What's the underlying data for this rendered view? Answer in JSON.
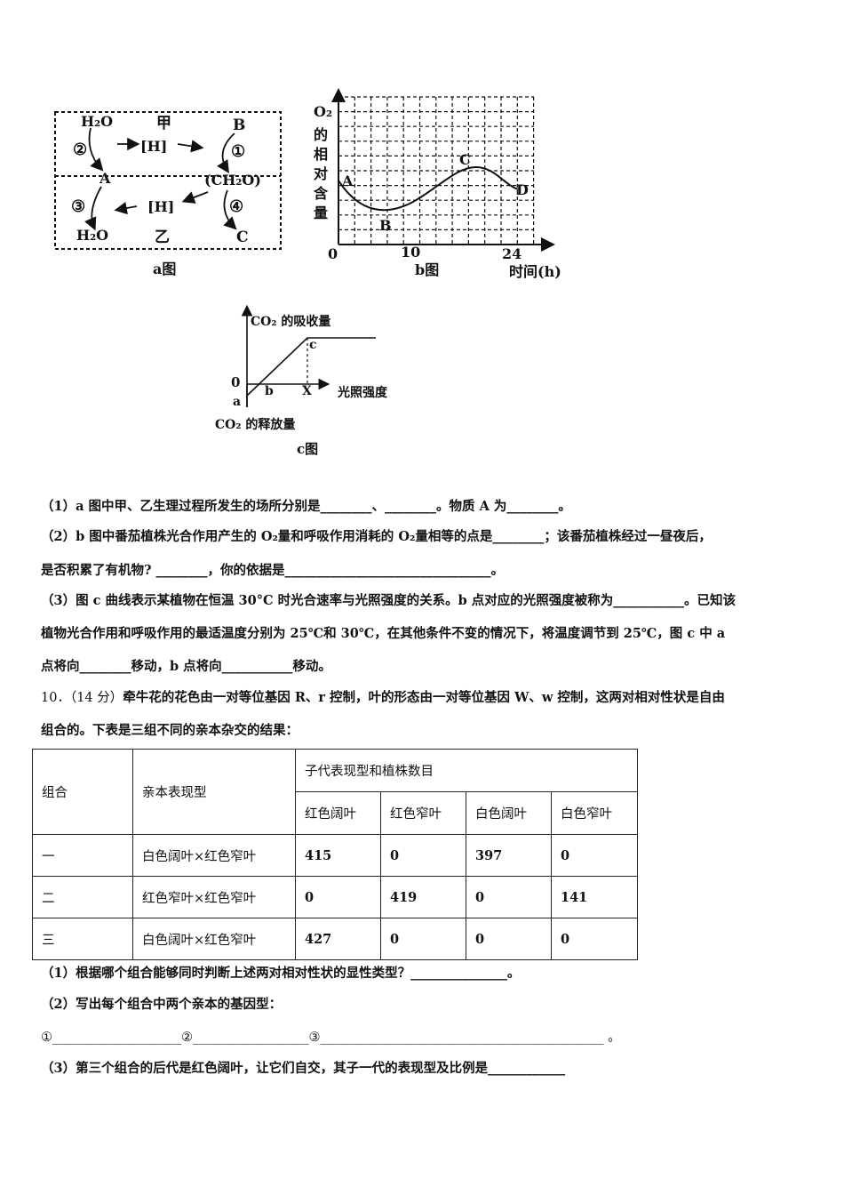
{
  "figure_a": {
    "caption": "a图",
    "labels": {
      "h2o_top": "H₂O",
      "jia": "甲",
      "b": "B",
      "h_top": "[H]",
      "c2": "②",
      "c1": "①",
      "a": "A",
      "ch2o": "(CH₂O)",
      "c3": "③",
      "h_bottom": "[H]",
      "c4": "④",
      "h2o_bottom": "H₂O",
      "yi": "乙",
      "c": "C"
    }
  },
  "figure_b": {
    "caption": "b图",
    "ylabel_chars": [
      "O₂",
      "的",
      "相",
      "对",
      "含",
      "量"
    ],
    "xlabel": "时间(h)",
    "origin": "0",
    "x_ticks": [
      "10",
      "24"
    ],
    "points": [
      "A",
      "B",
      "C",
      "D"
    ]
  },
  "figure_c": {
    "caption": "c图",
    "ylabel_top": "CO₂ 的吸收量",
    "ylabel_bottom": "CO₂ 的释放量",
    "xlabel": "光照强度",
    "origin": "0",
    "points": {
      "a": "a",
      "b": "b",
      "c": "c",
      "x": "X"
    }
  },
  "questions": {
    "q9_1": "（1）a 图中甲、乙生理过程所发生的场所分别是________、________。物质 A 为________。",
    "q9_2": "（2）b 图中番茄植株光合作用产生的 O₂量和呼吸作用消耗的 O₂量相等的点是________；该番茄植株经过一昼夜后，",
    "q9_2b": "是否积累了有机物? ________，你的依据是________________________________。",
    "q9_3": "（3）图 c 曲线表示某植物在恒温 30°C 时光合速率与光照强度的关系。b 点对应的光照强度被称为___________。已知该",
    "q9_3b": "植物光合作用和呼吸作用的最适温度分别为 25℃和 30℃，在其他条件不变的情况下，将温度调节到 25℃，图 c 中 a",
    "q9_3c": "点将向________移动，b 点将向___________移动。",
    "q10_num": "10．（14 分）",
    "q10_text": "牵牛花的花色由一对等位基因 R、r 控制，叶的形态由一对等位基因 W、w 控制，这两对相对性状是自由",
    "q10_text2": "组合的。下表是三组不同的亲本杂交的结果：",
    "q10_1": "（1）根据哪个组合能够同时判断上述两对相对性状的显性类型？_______________。",
    "q10_2": "（2）写出每个组合中两个亲本的基因型：",
    "q10_2b": "①____________________②__________________③____________________________________________ 。",
    "q10_3": "（3）第三个组合的后代是红色阔叶，让它们自交，其子一代的表现型及比例是____________"
  },
  "table": {
    "col_group": "组合",
    "col_parent": "亲本表现型",
    "col_offspring": "子代表现型和植株数目",
    "sub_headers": [
      "红色阔叶",
      "红色窄叶",
      "白色阔叶",
      "白色窄叶"
    ],
    "rows": [
      {
        "group": "一",
        "parent": "白色阔叶×红色窄叶",
        "v1": "415",
        "v2": "0",
        "v3": "397",
        "v4": "0"
      },
      {
        "group": "二",
        "parent": "红色窄叶×红色窄叶",
        "v1": "0",
        "v2": "419",
        "v3": "0",
        "v4": "141"
      },
      {
        "group": "三",
        "parent": "白色阔叶×红色窄叶",
        "v1": "427",
        "v2": "0",
        "v3": "0",
        "v4": "0"
      }
    ]
  }
}
